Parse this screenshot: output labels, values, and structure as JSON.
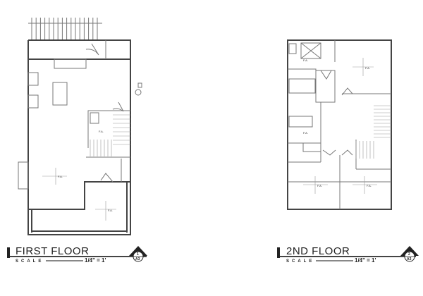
{
  "drawings": [
    {
      "title": "FIRST FLOOR",
      "scale_label": "SCALE",
      "scale_ratio": "1/4\" = 1'",
      "detail_number": "1",
      "sheet": "A3"
    },
    {
      "title": "2ND FLOOR",
      "scale_label": "SCALE",
      "scale_ratio": "1/4\" = 1'",
      "detail_number": "2",
      "sheet": "A3"
    }
  ],
  "fixture_label": "F.A.",
  "colors": {
    "line": "#444444",
    "background": "#ffffff"
  }
}
